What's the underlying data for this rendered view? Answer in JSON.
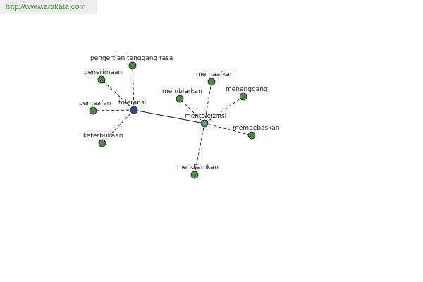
{
  "header": {
    "url": "http://www.artikata.com"
  },
  "graph": {
    "colors": {
      "leaf": "#4c8a4c",
      "hub_main": "#3b4a9c",
      "hub_secondary": "#5a9090",
      "edge": "#111111"
    },
    "nodes": [
      {
        "id": "toleransi",
        "label": "toleransi"
      },
      {
        "id": "mentoleransi",
        "label": "mentoleransi"
      },
      {
        "id": "pengertian",
        "label": "pengertian tenggang rasa"
      },
      {
        "id": "penerimaan",
        "label": "penerimaan"
      },
      {
        "id": "pemaafan",
        "label": "pemaafan"
      },
      {
        "id": "keterbukaan",
        "label": "keterbukaan"
      },
      {
        "id": "membiarkan",
        "label": "membiarkan"
      },
      {
        "id": "memaafkan",
        "label": "memaafkan"
      },
      {
        "id": "menenggang",
        "label": "menenggang"
      },
      {
        "id": "membebaskan",
        "label": "membebaskan"
      },
      {
        "id": "mendiamkan",
        "label": "mendiamkan"
      }
    ],
    "edges": [
      {
        "from": "toleransi",
        "to": "mentoleransi",
        "style": "solid"
      },
      {
        "from": "toleransi",
        "to": "pengertian",
        "style": "dashed"
      },
      {
        "from": "toleransi",
        "to": "penerimaan",
        "style": "dashed"
      },
      {
        "from": "toleransi",
        "to": "pemaafan",
        "style": "dashed"
      },
      {
        "from": "toleransi",
        "to": "keterbukaan",
        "style": "dashed"
      },
      {
        "from": "mentoleransi",
        "to": "membiarkan",
        "style": "dashed"
      },
      {
        "from": "mentoleransi",
        "to": "memaafkan",
        "style": "dashed"
      },
      {
        "from": "mentoleransi",
        "to": "menenggang",
        "style": "dashed"
      },
      {
        "from": "mentoleransi",
        "to": "membebaskan",
        "style": "dashed"
      },
      {
        "from": "mentoleransi",
        "to": "mendiamkan",
        "style": "dashed"
      }
    ]
  }
}
